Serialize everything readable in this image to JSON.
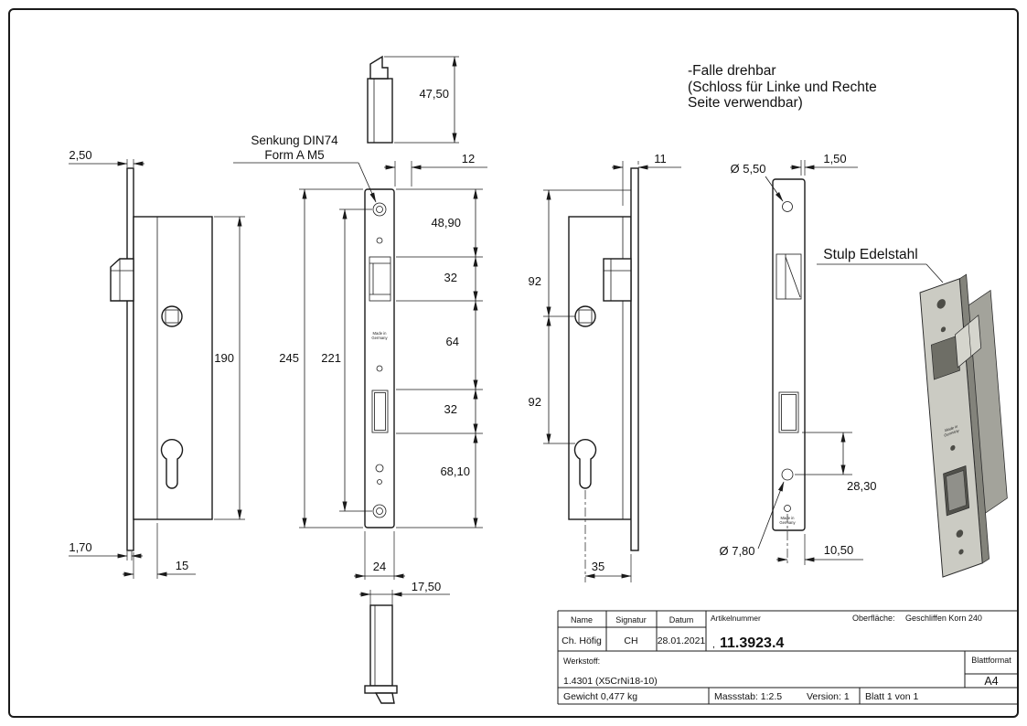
{
  "notes": {
    "falle_line1": "-Falle drehbar",
    "falle_line2": "(Schloss für Linke und Rechte",
    "falle_line3": "Seite verwendbar)",
    "senkung_line1": "Senkung DIN74",
    "senkung_line2": "Form A M5",
    "stulp_label": "Stulp Edelstahl"
  },
  "made_in": {
    "line1": "Made in",
    "line2": "Germany"
  },
  "dims": {
    "plate_thickness_top": "2,50",
    "plate_thickness_bottom": "1,70",
    "backset_left": "15",
    "body_height": "190",
    "latch_length": "47,50",
    "dim_12": "12",
    "stulp_height": "245",
    "hole_spacing": "221",
    "chain_48_90": "48,90",
    "chain_32_a": "32",
    "chain_64": "64",
    "chain_32_b": "32",
    "chain_68_10": "68,10",
    "stulp_width": "24",
    "latch_width": "17,50",
    "dim_11": "11",
    "dim_92_a": "92",
    "dim_92_b": "92",
    "backset_right": "35",
    "hole_dia_top": "Ø 5,50",
    "edge_1_50": "1,50",
    "dim_28_30": "28,30",
    "hole_dia_bottom": "Ø 7,80",
    "dim_10_50": "10,50"
  },
  "title_block": {
    "name_label": "Name",
    "signatur_label": "Signatur",
    "datum_label": "Datum",
    "artikelnummer_label": "Artikelnummer",
    "oberflaeche_label": "Oberfläche:",
    "oberflaeche_value": "Geschliffen Korn 240",
    "name_value": "Ch. Höfig",
    "signatur_value": "CH",
    "datum_value": "28.01.2021",
    "artikelnummer_mark": ",",
    "artikelnummer_value": "11.3923.4",
    "werkstoff_label": "Werkstoff:",
    "werkstoff_value": "1.4301 (X5CrNi18-10)",
    "blattformat_label": "Blattformat",
    "blattformat_value": "A4",
    "gewicht_text": "Gewicht 0,477 kg",
    "massstab_text": "Massstab: 1:2.5",
    "version_text": "Version: 1",
    "blatt_text": "Blatt 1 von 1"
  }
}
